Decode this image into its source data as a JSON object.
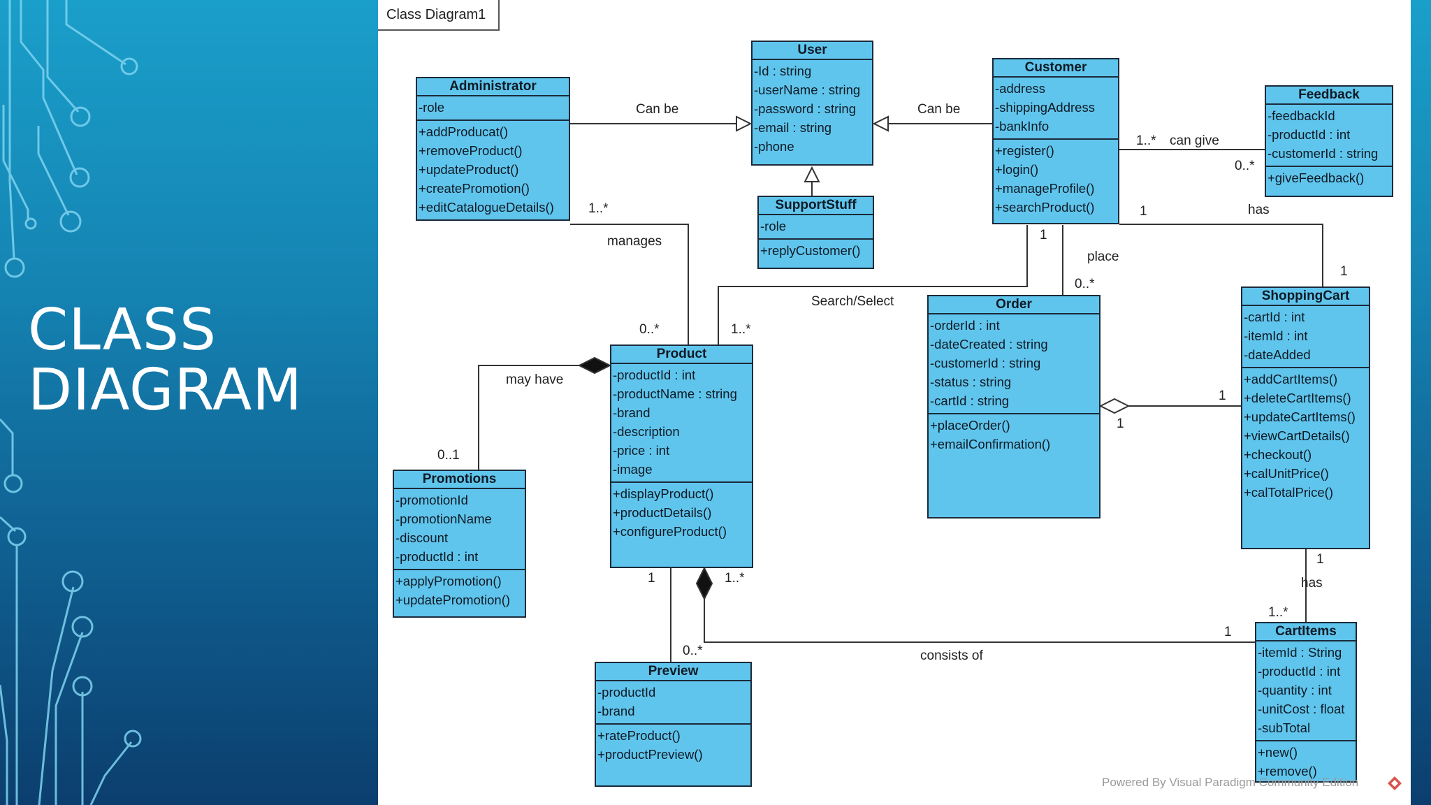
{
  "slide": {
    "title_line1": "CLASS",
    "title_line2": "DIAGRAM"
  },
  "diagram_frame": {
    "name": "Class Diagram1"
  },
  "classes": {
    "administrator": {
      "name": "Administrator",
      "attributes": [
        "-role"
      ],
      "operations": [
        "+addProducat()",
        "+removeProduct()",
        "+updateProduct()",
        "+createPromotion()",
        "+editCatalogueDetails()"
      ]
    },
    "user": {
      "name": "User",
      "attributes": [
        "-Id : string",
        "-userName : string",
        "-password : string",
        "-email : string",
        "-phone"
      ],
      "operations": []
    },
    "customer": {
      "name": "Customer",
      "attributes": [
        "-address",
        "-shippingAddress",
        "-bankInfo"
      ],
      "operations": [
        "+register()",
        "+login()",
        "+manageProfile()",
        "+searchProduct()"
      ]
    },
    "feedback": {
      "name": "Feedback",
      "attributes": [
        "-feedbackId",
        "-productId : int",
        "-customerId : string"
      ],
      "operations": [
        "+giveFeedback()"
      ]
    },
    "supportstuff": {
      "name": "SupportStuff",
      "attributes": [
        "-role"
      ],
      "operations": [
        "+replyCustomer()"
      ]
    },
    "product": {
      "name": "Product",
      "attributes": [
        "-productId : int",
        "-productName : string",
        "-brand",
        "-description",
        "-price : int",
        "-image"
      ],
      "operations": [
        "+displayProduct()",
        "+productDetails()",
        "+configureProduct()"
      ]
    },
    "order": {
      "name": "Order",
      "attributes": [
        "-orderId : int",
        "-dateCreated : string",
        "-customerId : string",
        "-status : string",
        "-cartId : string"
      ],
      "operations": [
        "+placeOrder()",
        "+emailConfirmation()"
      ]
    },
    "shoppingcart": {
      "name": "ShoppingCart",
      "attributes": [
        "-cartId : int",
        "-itemId : int",
        "-dateAdded"
      ],
      "operations": [
        "+addCartItems()",
        "+deleteCartItems()",
        "+updateCartItems()",
        "+viewCartDetails()",
        "+checkout()",
        "+calUnitPrice()",
        "+calTotalPrice()"
      ]
    },
    "promotions": {
      "name": "Promotions",
      "attributes": [
        "-promotionId",
        "-promotionName",
        "-discount",
        "-productId : int"
      ],
      "operations": [
        "+applyPromotion()",
        "+updatePromotion()"
      ]
    },
    "preview": {
      "name": "Preview",
      "attributes": [
        "-productId",
        "-brand"
      ],
      "operations": [
        "+rateProduct()",
        "+productPreview()"
      ]
    },
    "cartitems": {
      "name": "CartItems",
      "attributes": [
        "-itemId : String",
        "-productId : int",
        "-quantity : int",
        "-unitCost : float",
        "-subTotal"
      ],
      "operations": [
        "+new()",
        "+remove()"
      ]
    }
  },
  "relations": {
    "admin_user": "Can be",
    "customer_user": "Can be",
    "can_give": "can give",
    "can_give_src_mult": "1..*",
    "can_give_dst_mult": "0..*",
    "manages": "manages",
    "manages_src_mult": "1..*",
    "manages_dst_mult": "0..*",
    "search_select": "Search/Select",
    "search_select_dst_mult": "1..*",
    "search_select_src_mult": "1",
    "place": "place",
    "place_dst_mult": "0..*",
    "has_cart": "has",
    "has_cart_src_mult": "1",
    "has_cart_dst_mult": "1",
    "order_cart_mult_cart": "1",
    "order_cart_mult_order": "1",
    "may_have": "may have",
    "may_have_mult": "0..1",
    "product_preview_mult_product": "1",
    "product_preview_mult_preview": "0..*",
    "consists_of": "consists of",
    "consists_of_product_mult": "1..*",
    "consists_of_items_mult": "1",
    "has_items": "has",
    "has_items_cart_mult": "1",
    "has_items_items_mult": "1..*"
  },
  "footer": {
    "text": "Powered By  Visual Paradigm Community Edition"
  },
  "colors": {
    "class_fill": "#60c5ec",
    "border": "#1b2a3a",
    "background_top": "#1a9fca",
    "background_bottom": "#0b3e6e"
  }
}
